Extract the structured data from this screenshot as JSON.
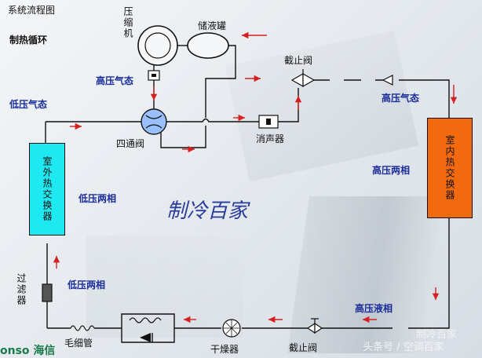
{
  "title": "系统流程图",
  "cycle": "制热循环",
  "components": {
    "compressor": "压缩机",
    "receiver": "储液罐",
    "four_way_valve": "四通阀",
    "muffler": "消声器",
    "stop_valve_top": "截止阀",
    "stop_valve_bottom": "截止阀",
    "outdoor_hx": "室外热交换器",
    "indoor_hx": "室内热交换器",
    "filter": "过滤器",
    "capillary": "毛细管",
    "dryer": "干燥器"
  },
  "states": {
    "hp_gas_left": "高压气态",
    "hp_gas_right": "高压气态",
    "lp_gas": "低压气态",
    "hp_two_phase": "高压两相",
    "lp_two_phase_mid": "低压两相",
    "lp_two_phase_low": "低压两相",
    "hp_liquid": "高压液相"
  },
  "watermarks": {
    "center": "制冷百家",
    "bottom_right": "头条号 / 空调百家",
    "bottom_right_small": "制冷百家",
    "brand": "onso 海信"
  },
  "colors": {
    "outdoor_hx": "#1ee8f0",
    "indoor_hx": "#f26a10",
    "arrow": "#d42020",
    "pipe": "#111111",
    "label_blue": "#1a2c9a"
  }
}
